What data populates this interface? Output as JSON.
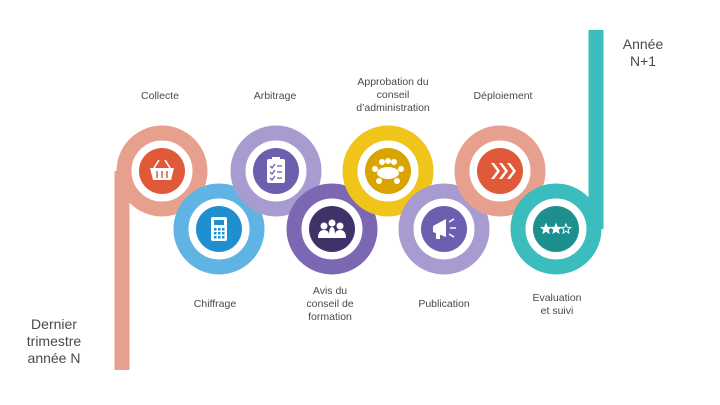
{
  "start_label": "Dernier\ntrimestre\nannée N",
  "end_label": "Année\nN+1",
  "steps": [
    {
      "label": "Collecte",
      "icon": "basket-icon",
      "ring": "#e8a08e",
      "inner": "#e05a3a"
    },
    {
      "label": "Chiffrage",
      "icon": "calculator-icon",
      "ring": "#5fb4e3",
      "inner": "#1f8fd1"
    },
    {
      "label": "Arbitrage",
      "icon": "checklist-icon",
      "ring": "#a79bd0",
      "inner": "#6b5fb0"
    },
    {
      "label": "Avis du\nconseil de\nformation",
      "icon": "people-icon",
      "ring": "#7b67b2",
      "inner": "#3f3268"
    },
    {
      "label": "Approbation du\nconseil\nd’administration",
      "icon": "meeting-table-icon",
      "ring": "#f0c419",
      "inner": "#d9a400"
    },
    {
      "label": "Publication",
      "icon": "megaphone-icon",
      "ring": "#a79bd0",
      "inner": "#6b5fb0"
    },
    {
      "label": "Déploiement",
      "icon": "chevrons-icon",
      "ring": "#e8a08e",
      "inner": "#e05a3a"
    },
    {
      "label": "Evaluation\net suivi",
      "icon": "stars-icon",
      "ring": "#3bbcbd",
      "inner": "#1e8f8f"
    }
  ],
  "colors": {
    "start_line": "#e8a08e",
    "end_line": "#3bbcbd",
    "text": "#4a4a4a"
  }
}
